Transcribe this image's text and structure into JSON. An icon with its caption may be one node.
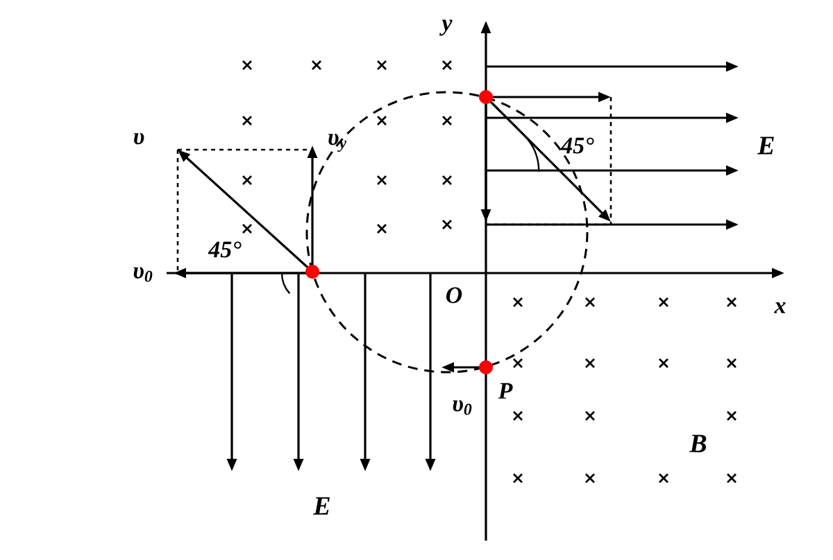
{
  "diagram": {
    "labels": [
      "y",
      "υ",
      "υ$_{y}$",
      "E",
      "45°",
      "45°",
      "υ$_{0}$",
      "O",
      "x",
      "υ$_{0}$",
      "P",
      "B",
      "E"
    ]
  }
}
